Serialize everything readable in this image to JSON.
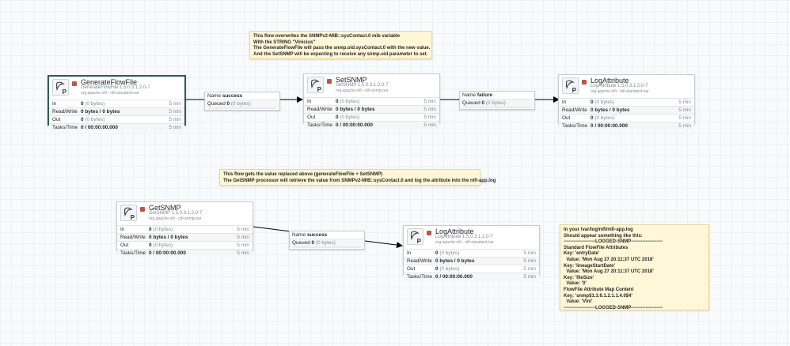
{
  "labels": {
    "top": "This flow overwrites the SNMPv2-MIB::sysContact.0 mib variable\nWith the STRING \"Vinicius\"\nThe GenerateFlowFile will pass the snmp.oid.sysContact.0 with the new value.\nAnd the SetSNMP will be expecting to receive any snmp.oid parameter to set.",
    "middle": "This flow gets the value replaced above (generateFlowFile + SetSNMP)\nThe GetSNMP processor will retrieve the value from SNMPv2-MIB::sysContact.0 and log the attribute into the nifi-app.log",
    "right": "In your /var/log/nifi/nifi-app.log\nShould appear something like this:\n--------------------LOGGED-SNMP--------------------\nStandard FlowFile Attributes\nKey: 'entryDate'\n  Value: 'Mon Aug 27 20:11:37 UTC 2018'\nKey: 'lineageStartDate'\n  Value: 'Mon Aug 27 20:11:37 UTC 2018'\nKey: 'fileSize'\n  Value: '0'\nFlowFile Attribute Map Content\nKey: 'snmp$1.3.6.1.2.1.1.4.0$4'\n  Value: 'Vini'\n--------------------LOGGED-SNMP--------------------"
  },
  "stat_labels": {
    "in": "In",
    "rw": "Read/Write",
    "out": "Out",
    "tasks": "Tasks/Time"
  },
  "processors": {
    "generate": {
      "name": "GenerateFlowFile",
      "type": "GenerateFlowFile 1.5.0.3.1.2.0-7",
      "bundle": "org.apache.nifi - nifi-standard-nar",
      "in": "0",
      "in_sub": "(0 bytes)",
      "rw": "0 bytes / 0 bytes",
      "out": "0",
      "out_sub": "(0 bytes)",
      "tasks": "0 / 00:00:00.000",
      "time": "5 min"
    },
    "setsnmp": {
      "name": "SetSNMP",
      "type": "SetSNMP 1.5.0.3.1.2.0-7",
      "bundle": "org.apache.nifi - nifi-snmp-nar",
      "in": "0",
      "in_sub": "(0 bytes)",
      "rw": "0 bytes / 0 bytes",
      "out": "0",
      "out_sub": "(0 bytes)",
      "tasks": "0 / 00:00:00.000",
      "time": "5 min"
    },
    "log1": {
      "name": "LogAttribute",
      "type": "LogAttribute 1.5.0.3.1.2.0-7",
      "bundle": "org.apache.nifi - nifi-standard-nar",
      "in": "0",
      "in_sub": "(0 bytes)",
      "rw": "0 bytes / 0 bytes",
      "out": "0",
      "out_sub": "(0 bytes)",
      "tasks": "0 / 00:00:00.000",
      "time": "5 min"
    },
    "getsnmp": {
      "name": "GetSNMP",
      "type": "GetSNMP 1.5.0.3.1.2.0-7",
      "bundle": "org.apache.nifi - nifi-snmp-nar",
      "in": "0",
      "in_sub": "(0 bytes)",
      "rw": "0 bytes / 0 bytes",
      "out": "0",
      "out_sub": "(0 bytes)",
      "tasks": "0 / 00:00:00.000",
      "time": "5 min"
    },
    "log2": {
      "name": "LogAttribute",
      "type": "LogAttribute 1.5.0.3.1.2.0-7",
      "bundle": "org.apache.nifi - nifi-standard-nar",
      "in": "0",
      "in_sub": "(0 bytes)",
      "rw": "0 bytes / 0 bytes",
      "out": "0",
      "out_sub": "(0 bytes)",
      "tasks": "0 / 00:00:00.000",
      "time": "5 min"
    }
  },
  "connections": {
    "c1": {
      "name_label": "Name",
      "name": "success",
      "queued_label": "Queued",
      "queued": "0",
      "queued_sub": "(0 bytes)"
    },
    "c2": {
      "name_label": "Name",
      "name": "failure",
      "queued_label": "Queued",
      "queued": "0",
      "queued_sub": "(0 bytes)"
    },
    "c3": {
      "name_label": "Name",
      "name": "success",
      "queued_label": "Queued",
      "queued": "0",
      "queued_sub": "(0 bytes)"
    }
  },
  "icons": {
    "processor": "processor-icon",
    "stopped": "stopped-icon"
  },
  "colors": {
    "stopped": "#ba554a",
    "selected_border": "#2f5b55",
    "label_bg": "#fff7d7",
    "link": "#000000"
  }
}
